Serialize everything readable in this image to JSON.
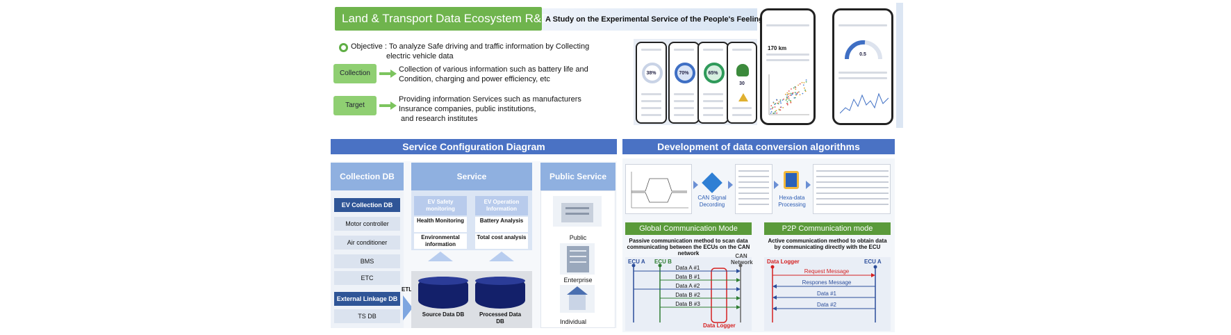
{
  "header": {
    "title": "Land & Transport Data Ecosystem R&D",
    "subtitle": "A Study on the Experimental Service of the People's Feelings"
  },
  "objective": {
    "line1": "Objective : To analyze Safe driving and traffic information by Collecting",
    "line2": "electric vehicle data"
  },
  "collection": {
    "label": "Collection",
    "text1": "Collection of various information such as battery life and",
    "text2": "Condition, charging and power efficiency, etc"
  },
  "target": {
    "label": "Target",
    "text1": "Providing information Services such as manufacturers",
    "text2": "Insurance companies, public institutions,",
    "text3": "and research institutes"
  },
  "phones": {
    "gauge1": "38%",
    "gauge2": "70%",
    "gauge3": "65%",
    "phone4_value": "30",
    "phone5_stat": "170 km",
    "phone6_stat": "0.5"
  },
  "service_config": {
    "banner": "Service Configuration Diagram",
    "collection_db_head": "Collection DB",
    "collection_items": [
      "EV Collection DB",
      "Motor controller",
      "Air conditioner",
      "BMS",
      "ETC",
      "External Linkage DB",
      "TS DB"
    ],
    "etl": "ETL",
    "service_head": "Service",
    "ev_safety": "EV Safety monitoring",
    "ev_operation": "EV Operation Information",
    "health": "Health Monitoring",
    "environmental": "Environmental information",
    "battery": "Battery Analysis",
    "total_cost": "Total cost analysis",
    "source_db": "Source Data DB",
    "processed_db": "Processed Data DB",
    "public_head": "Public Service",
    "public": "Public",
    "enterprise": "Enterprise",
    "individual": "Individual"
  },
  "algorithms": {
    "banner": "Development of data conversion algorithms",
    "can_signal": "CAN Signal Decording",
    "hexa": "Hexa-data Processing",
    "global_mode": {
      "head": "Global Communication Mode",
      "desc": "Passive communication method to scan data communicating between the ECUs on the CAN network",
      "ecu_a": "ECU A",
      "ecu_b": "ECU B",
      "can_network": "CAN Network",
      "messages": [
        "Data A #1",
        "Data B #1",
        "Data A #2",
        "Data B #2",
        "Data B #3"
      ],
      "logger": "Data Logger"
    },
    "p2p_mode": {
      "head": "P2P Communication mode",
      "desc": "Active communication method to obtain data by communicating directly with the ECU",
      "logger": "Data Logger",
      "ecu_a": "ECU A",
      "messages": [
        "Request Message",
        "Respones Message",
        "Data #1",
        "Data #2"
      ]
    }
  },
  "colors": {
    "green": "#6fb44d",
    "blue_banner": "#4a72c4",
    "dark_blue": "#2f5597",
    "red": "#d52020"
  }
}
